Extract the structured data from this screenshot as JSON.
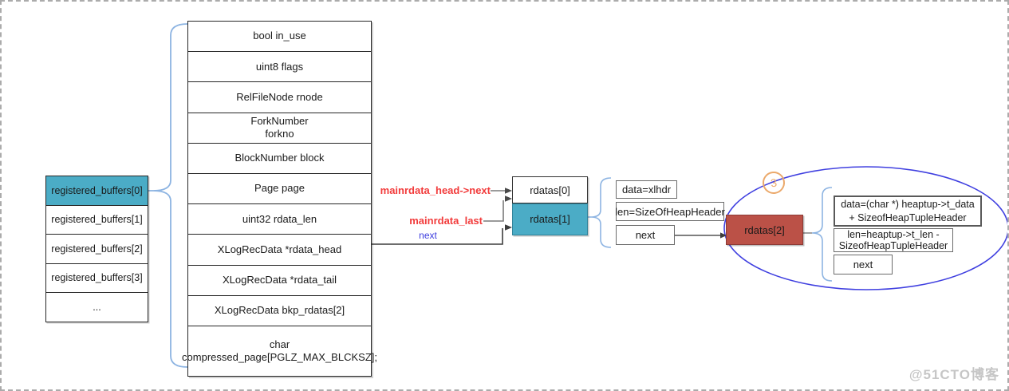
{
  "diagram": {
    "registered_buffers": {
      "items": [
        "registered_buffers[0]",
        "registered_buffers[1]",
        "registered_buffers[2]",
        "registered_buffers[3]",
        "..."
      ]
    },
    "struct_fields": {
      "rows": [
        "bool in_use",
        "uint8 flags",
        "RelFileNode rnode",
        "ForkNumber\nforkno",
        "BlockNumber block",
        "Page page",
        "uint32 rdata_len",
        "XLogRecData *rdata_head",
        "XLogRecData *rdata_tail",
        "XLogRecData bkp_rdatas[2]",
        "char\ncompressed_page[PGLZ_MAX_BLCKSZ];"
      ]
    },
    "rdatas_array": {
      "rdatas0": "rdatas[0]",
      "rdatas1": "rdatas[1]",
      "rdatas2": "rdatas[2]"
    },
    "pointer_labels": {
      "mainrdata_head_next": "mainrdata_head->next",
      "mainrdata_last": "mainrdata_last",
      "next": "next"
    },
    "rdatas1_detail": {
      "data": "data=xlhdr",
      "len": "len=SizeOfHeapHeader",
      "next": "next"
    },
    "rdatas2_detail": {
      "data": "data=(char *) heaptup->t_data\n+ SizeofHeapTupleHeader",
      "len": "len=heaptup->t_len -\nSizeofHeapTupleHeader",
      "next": "next"
    },
    "annotation": {
      "number": "3"
    },
    "watermark": "@51CTO博客",
    "colors": {
      "teal_fill": "#4BACC6",
      "teal_border": "#31849B",
      "red_fill": "#BB5147",
      "red_border": "#8c3a35",
      "ellipse_stroke": "#4040E0",
      "brace_stroke": "#8DB4E2",
      "red_label_text": "#F23B3B",
      "blue_label_text": "#3C3CDE",
      "annotation_orange": "#EBA96B",
      "connector_gray": "#7a7a7a",
      "connector_dark": "#3d3d3d"
    }
  }
}
